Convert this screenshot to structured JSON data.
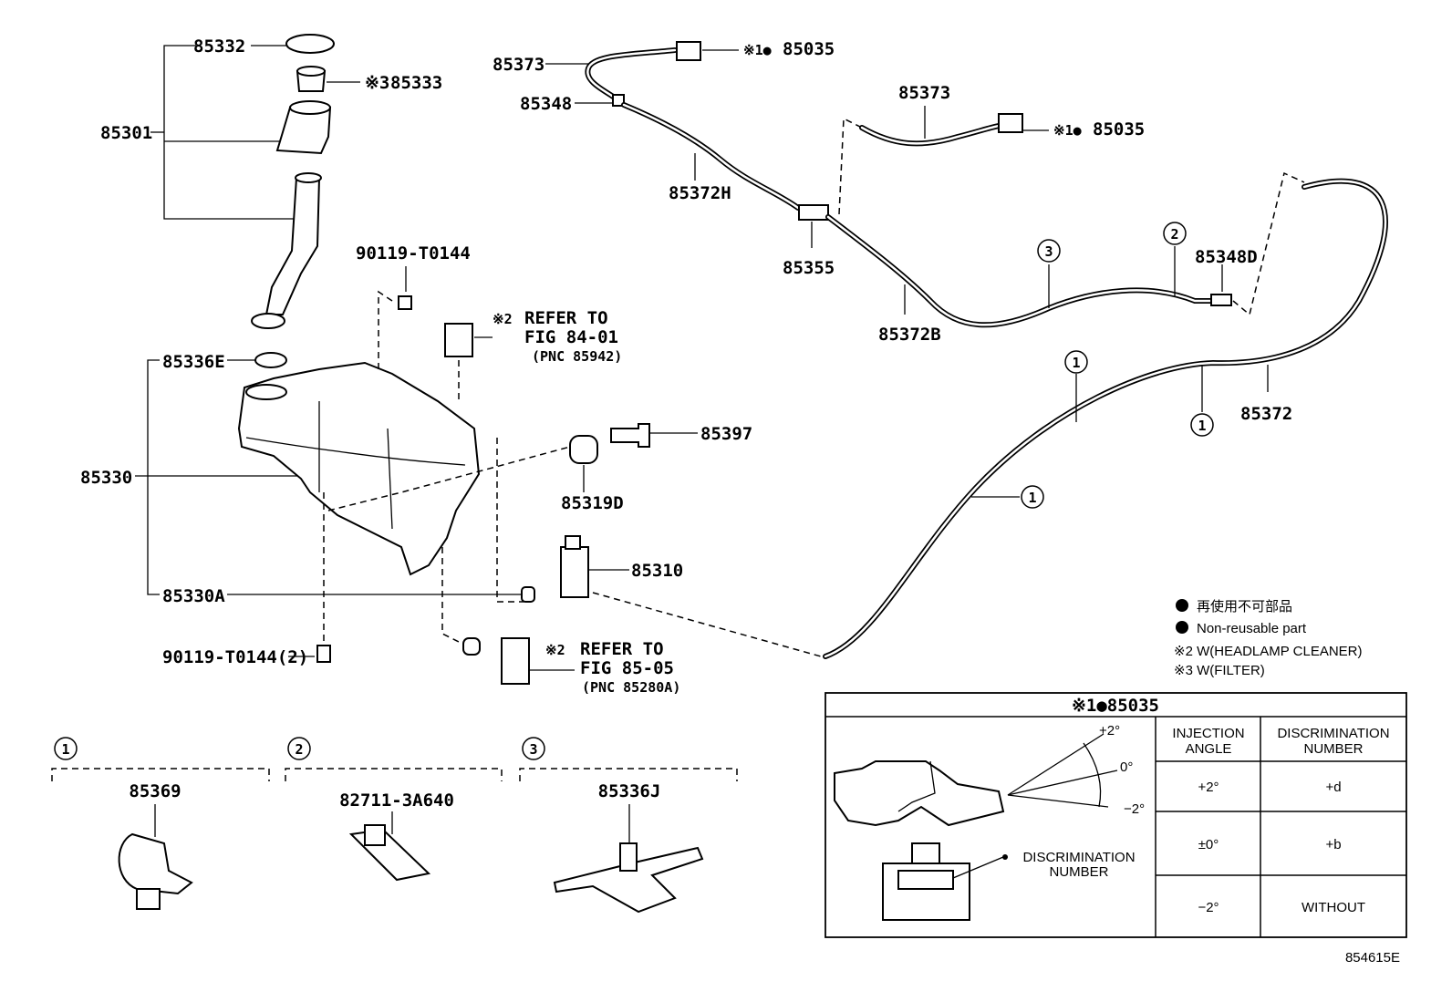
{
  "parts": {
    "p85332": "85332",
    "p85333": "85333",
    "p85333_note": "※3",
    "p85301": "85301",
    "p85336E": "85336E",
    "p85330": "85330",
    "p85330A": "85330A",
    "bolt1": "90119-T0144",
    "bolt2": "90119-T0144(2)",
    "p85319D": "85319D",
    "p85397": "85397",
    "p85310": "85310",
    "p85373a": "85373",
    "p85348": "85348",
    "p85372H": "85372H",
    "p85355": "85355",
    "p85035a": "85035",
    "p85035a_note": "※1●",
    "p85373b": "85373",
    "p85035b": "85035",
    "p85035b_note": "※1●",
    "p85372B": "85372B",
    "p85348D": "85348D",
    "p85372": "85372"
  },
  "refs": {
    "ref1_mark": "※2",
    "ref1_l1": "REFER TO",
    "ref1_l2": "FIG 84-01",
    "ref1_l3": "(PNC 85942)",
    "ref2_mark": "※2",
    "ref2_l1": "REFER TO",
    "ref2_l2": "FIG 85-05",
    "ref2_l3": "(PNC 85280A)"
  },
  "clips": {
    "c1": "1",
    "c2": "2",
    "c3": "3"
  },
  "clip_groups": [
    {
      "num": "1",
      "part": "85369"
    },
    {
      "num": "2",
      "part": "82711-3A640"
    },
    {
      "num": "3",
      "part": "85336J"
    }
  ],
  "legend": {
    "jp": "再使用不可部品",
    "en": "Non-reusable part",
    "n2": "※2 W(HEADLAMP CLEANER)",
    "n3": "※3 W(FILTER)"
  },
  "table": {
    "title": "※1●85035",
    "col1": [
      "INJECTION",
      "ANGLE"
    ],
    "col2": [
      "DISCRIMINATION",
      "NUMBER"
    ],
    "rows": [
      {
        "angle": "+2°",
        "disc": "+d"
      },
      {
        "angle": "±0°",
        "disc": "+b"
      },
      {
        "angle": "−2°",
        "disc": "WITHOUT"
      }
    ],
    "ang_p2": "+2°",
    "ang_0": "0°",
    "ang_m2": "−2°",
    "disc_label": [
      "DISCRIMINATION",
      "NUMBER"
    ]
  },
  "figure_id": "854615E"
}
